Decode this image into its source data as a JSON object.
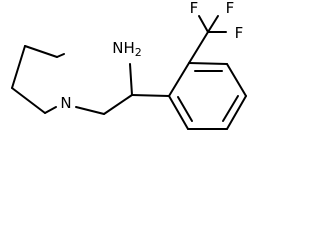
{
  "molecule": {
    "labels": {
      "nitrogen_ring": "N",
      "amine": "NH2",
      "f_top_left": "F",
      "f_top_right": "F",
      "f_right": "F"
    }
  },
  "colors": {
    "bond": "#000000",
    "background": "#ffffff"
  }
}
